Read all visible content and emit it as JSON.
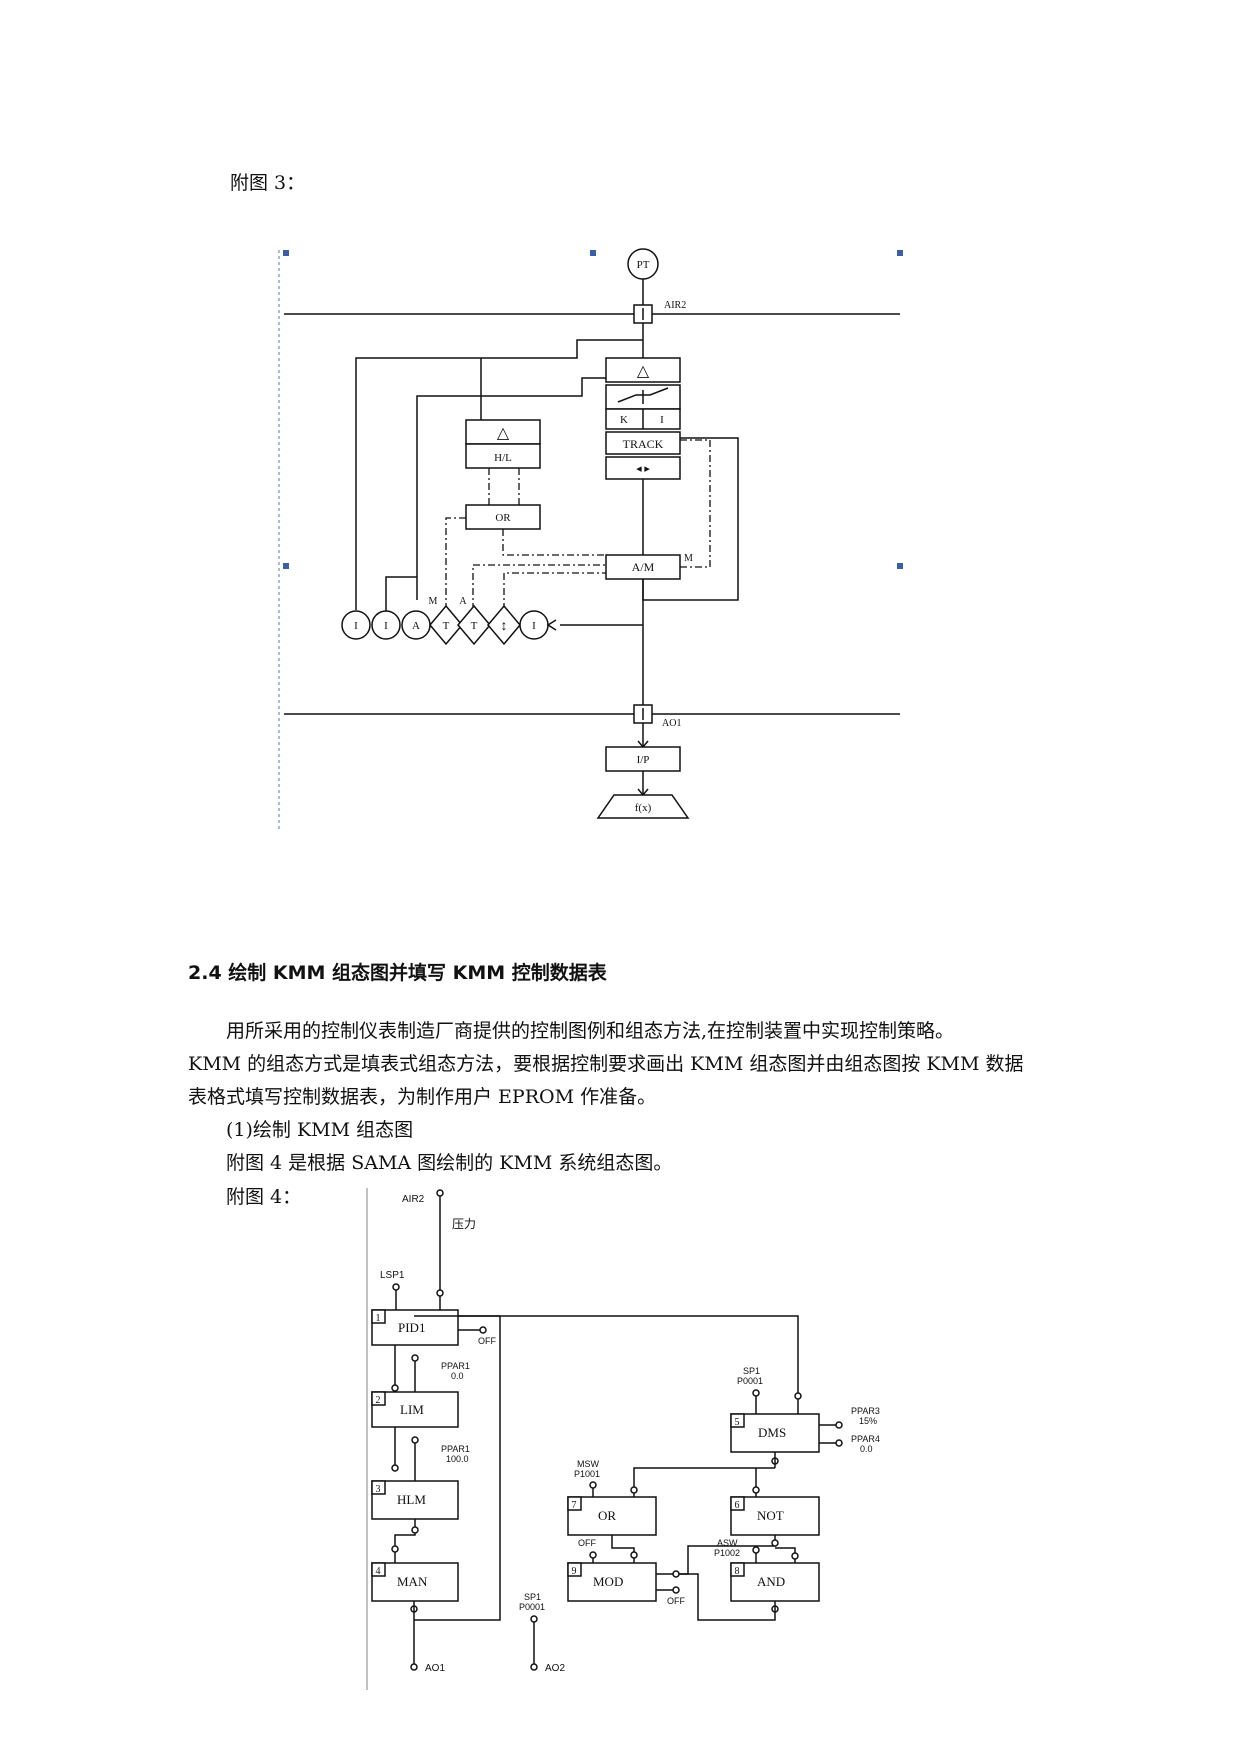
{
  "figure3": {
    "caption": "附图 3：",
    "labels": {
      "pt": "PT",
      "air2": "AIR2",
      "delta1": "△",
      "delta2": "△",
      "k": "K",
      "i": "I",
      "track": "TRACK",
      "pm": "◂ ▸",
      "hl": "H/L",
      "or": "OR",
      "am": "A/M",
      "m1": "M",
      "m2": "M",
      "a": "A",
      "c_i1": "I",
      "c_i2": "I",
      "c_a": "A",
      "d_t1": "T",
      "d_t2": "T",
      "d_arrow": "↕",
      "c_i3": "I",
      "ao1": "AO1",
      "ip": "I/P",
      "fx": "f(x)"
    }
  },
  "section": {
    "heading": "2.4 绘制 KMM 组态图并填写 KMM 控制数据表",
    "paragraph1_line1": "用所采用的控制仪表制造厂商提供的控制图例和组态方法,在控制装置中实现控制策略。",
    "paragraph1_line2": "KMM 的组态方式是填表式组态方法，要根据控制要求画出 KMM 组态图并由组态图按 KMM 数据",
    "paragraph1_line3": "表格式填写控制数据表，为制作用户 EPROM 作准备。",
    "item1": "(1)绘制 KMM 组态图",
    "sentence": "附图 4 是根据 SAMA 图绘制的 KMM 系统组态图。"
  },
  "figure4": {
    "caption": "附图 4：",
    "labels": {
      "air2": "AIR2",
      "pressure": "压力",
      "lsp1": "LSP1",
      "b1_num": "1",
      "b1": "PID1",
      "off1": "OFF",
      "ppar1a": "PPAR1",
      "ppar1a_val": "0.0",
      "b2_num": "2",
      "b2": "LIM",
      "ppar1b": "PPAR1",
      "ppar1b_val": "100.0",
      "b3_num": "3",
      "b3": "HLM",
      "b4_num": "4",
      "b4": "MAN",
      "ao1": "AO1",
      "sp1a": "SP1",
      "sp1a_val": "P0001",
      "ao2": "AO2",
      "sp1b": "SP1",
      "sp1b_val": "P0001",
      "b5_num": "5",
      "b5": "DMS",
      "ppar3": "PPAR3",
      "ppar3_val": "15%",
      "ppar4": "PPAR4",
      "ppar4_val": "0.0",
      "msw": "MSW",
      "msw_val": "P1001",
      "b7_num": "7",
      "b7": "OR",
      "b6_num": "6",
      "b6": "NOT",
      "off2": "OFF",
      "b9_num": "9",
      "b9": "MOD",
      "off3": "OFF",
      "asw": "ASW",
      "asw_val": "P1002",
      "b8_num": "8",
      "b8": "AND"
    }
  }
}
